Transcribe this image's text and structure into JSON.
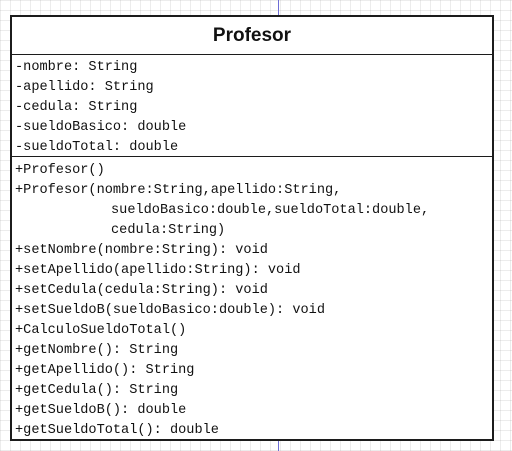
{
  "class": {
    "name": "Profesor",
    "attributes": [
      "-nombre: String",
      "-apellido: String",
      "-cedula: String",
      "-sueldoBasico: double",
      "-sueldoTotal: double"
    ],
    "operations": [
      "+Profesor()",
      "+Profesor(nombre:String,apellido:String,",
      "sueldoBasico:double,sueldoTotal:double,",
      "cedula:String)",
      "+setNombre(nombre:String): void",
      "+setApellido(apellido:String): void",
      "+setCedula(cedula:String): void",
      "+setSueldoB(sueldoBasico:double): void",
      "+CalculoSueldoTotal()",
      "+getNombre(): String",
      "+getApellido(): String",
      "+getCedula(): String",
      "+getSueldoB(): double",
      "+getSueldoTotal(): double"
    ]
  },
  "colors": {
    "border": "#1c1c1c",
    "guide": "#6d6dd6",
    "grid": "#969696"
  }
}
